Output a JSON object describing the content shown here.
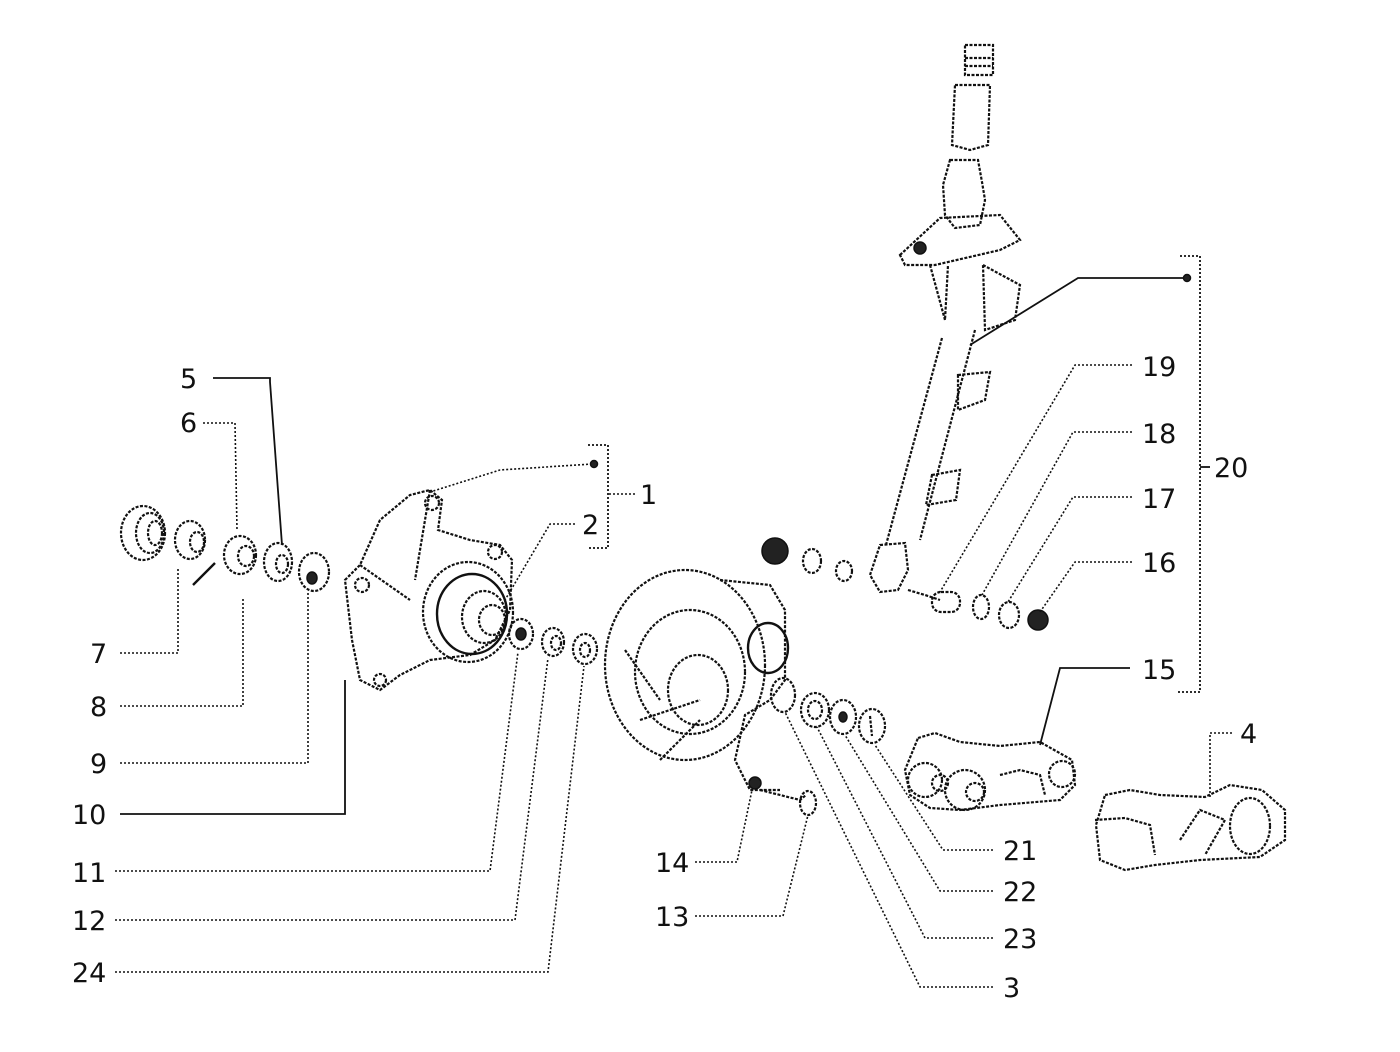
{
  "diagram": {
    "subject": "exploded view of scooter front suspension / steering column assembly",
    "line_color": "#111111",
    "background": "#ffffff",
    "callouts": {
      "c1": "1",
      "c2": "2",
      "c3": "3",
      "c4": "4",
      "c5": "5",
      "c6": "6",
      "c7": "7",
      "c8": "8",
      "c9": "9",
      "c10": "10",
      "c11": "11",
      "c12": "12",
      "c13": "13",
      "c14": "14",
      "c15": "15",
      "c16": "16",
      "c17": "17",
      "c18": "18",
      "c19": "19",
      "c20": "20",
      "c21": "21",
      "c22": "22",
      "c23": "23",
      "c24": "24"
    },
    "groups": [
      {
        "label": "1",
        "includes": [
          "2"
        ]
      },
      {
        "label": "20",
        "includes": [
          "15",
          "16",
          "17",
          "18",
          "19"
        ]
      }
    ]
  }
}
